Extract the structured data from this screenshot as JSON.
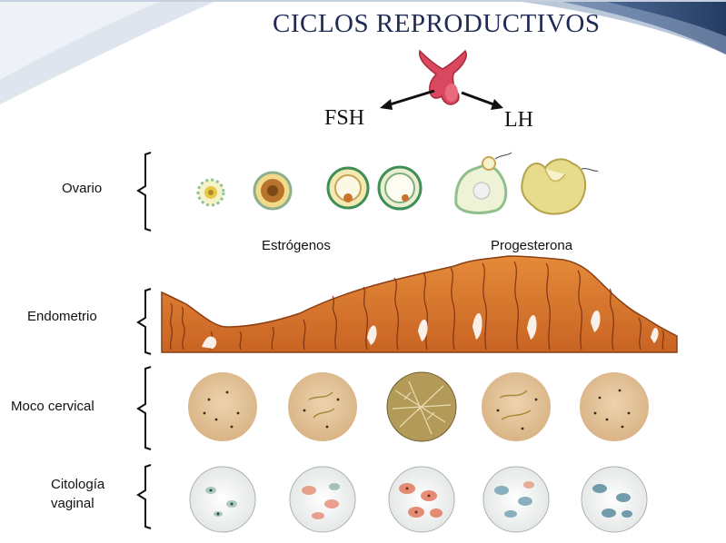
{
  "title": "CICLOS REPRODUCTIVOS",
  "hormones": {
    "fsh": "FSH",
    "lh": "LH"
  },
  "rows": {
    "ovario": "Ovario",
    "endometrio": "Endometrio",
    "moco": "Moco cervical",
    "citologia_line1": "Citología",
    "citologia_line2": "vaginal"
  },
  "phases": {
    "estrogenos": "Estrógenos",
    "progesterona": "Progesterona"
  },
  "colors": {
    "title": "#1f2a55",
    "banner": "#3c5c8c",
    "endometrium": "#d9772c",
    "mucus": "#e6c8a0",
    "gland": "#c9607a"
  }
}
